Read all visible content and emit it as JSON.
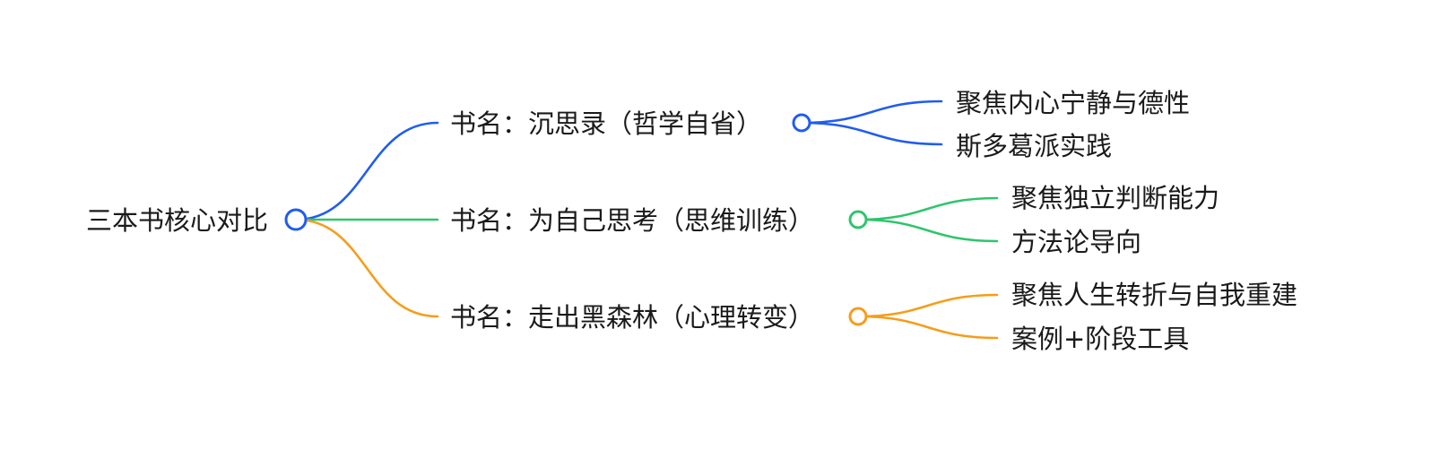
{
  "mindmap": {
    "root": {
      "label": "三本书核心对比",
      "color": "#1f5cf0"
    },
    "branches": [
      {
        "label": "书名：沉思录（哲学自省）",
        "color": "#1f5cf0",
        "children": [
          "聚焦内心宁静与德性",
          "斯多葛派实践"
        ]
      },
      {
        "label": "书名：为自己思考（思维训练）",
        "color": "#2ec56c",
        "children": [
          "聚焦独立判断能力",
          "方法论导向"
        ]
      },
      {
        "label": "书名：走出黑森林（心理转变）",
        "color": "#f59d1b",
        "children": [
          "聚焦人生转折与自我重建",
          "案例+阶段工具"
        ]
      }
    ]
  }
}
